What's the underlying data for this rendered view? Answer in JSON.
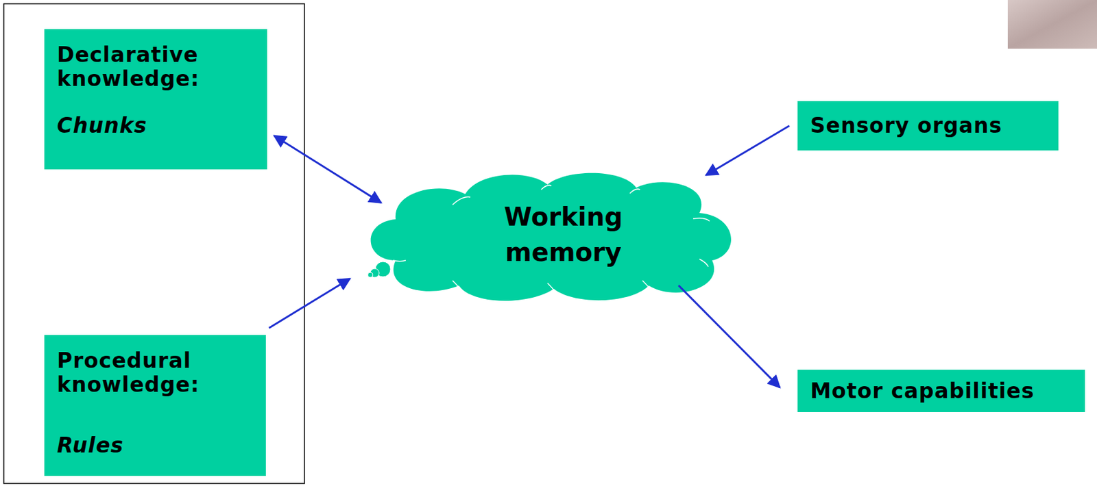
{
  "diagram": {
    "nodes": [
      {
        "text": [
          "Declarative knowledge:",
          "Chunks"
        ]
      },
      {
        "text": [
          "Working memory"
        ]
      },
      {
        "text": [
          "Sensory organs"
        ]
      },
      {
        "text": [
          "Procedural knowledge:",
          "Rules"
        ]
      },
      {
        "text": [
          "Motor capabilities"
        ]
      }
    ],
    "edges": [
      {
        "from": 0,
        "to": 1,
        "arrow": "both"
      },
      {
        "from": 3,
        "to": 1,
        "arrow": "to"
      },
      {
        "from": 2,
        "to": 1,
        "arrow": "to"
      },
      {
        "from": 1,
        "to": 4,
        "arrow": "to"
      }
    ]
  }
}
